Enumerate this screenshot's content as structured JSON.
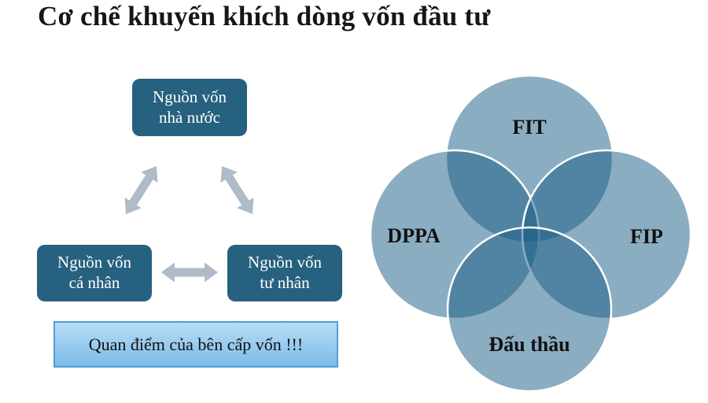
{
  "title": "Cơ chế khuyến khích dòng vốn đầu tư",
  "flow": {
    "boxes": [
      {
        "line1": "Nguồn vốn",
        "line2": "nhà nước"
      },
      {
        "line1": "Nguồn vốn",
        "line2": "cá nhân"
      },
      {
        "line1": "Nguồn vốn",
        "line2": "tư nhân"
      }
    ],
    "note": "Quan điểm của bên cấp vốn !!!"
  },
  "venn": {
    "labels": [
      {
        "label": "FIT"
      },
      {
        "label": "DPPA"
      },
      {
        "label": "FIP"
      },
      {
        "label": "Đấu thầu"
      }
    ]
  },
  "colors": {
    "title_text": "#161616",
    "accent_box": "#26617f",
    "box_text": "#ffffff",
    "arrow": "#afbbc8",
    "venn_base": "#175b83",
    "note_border": "#4e9ed9",
    "note_fill": "#7cbbe6",
    "label_text": "#111111"
  }
}
